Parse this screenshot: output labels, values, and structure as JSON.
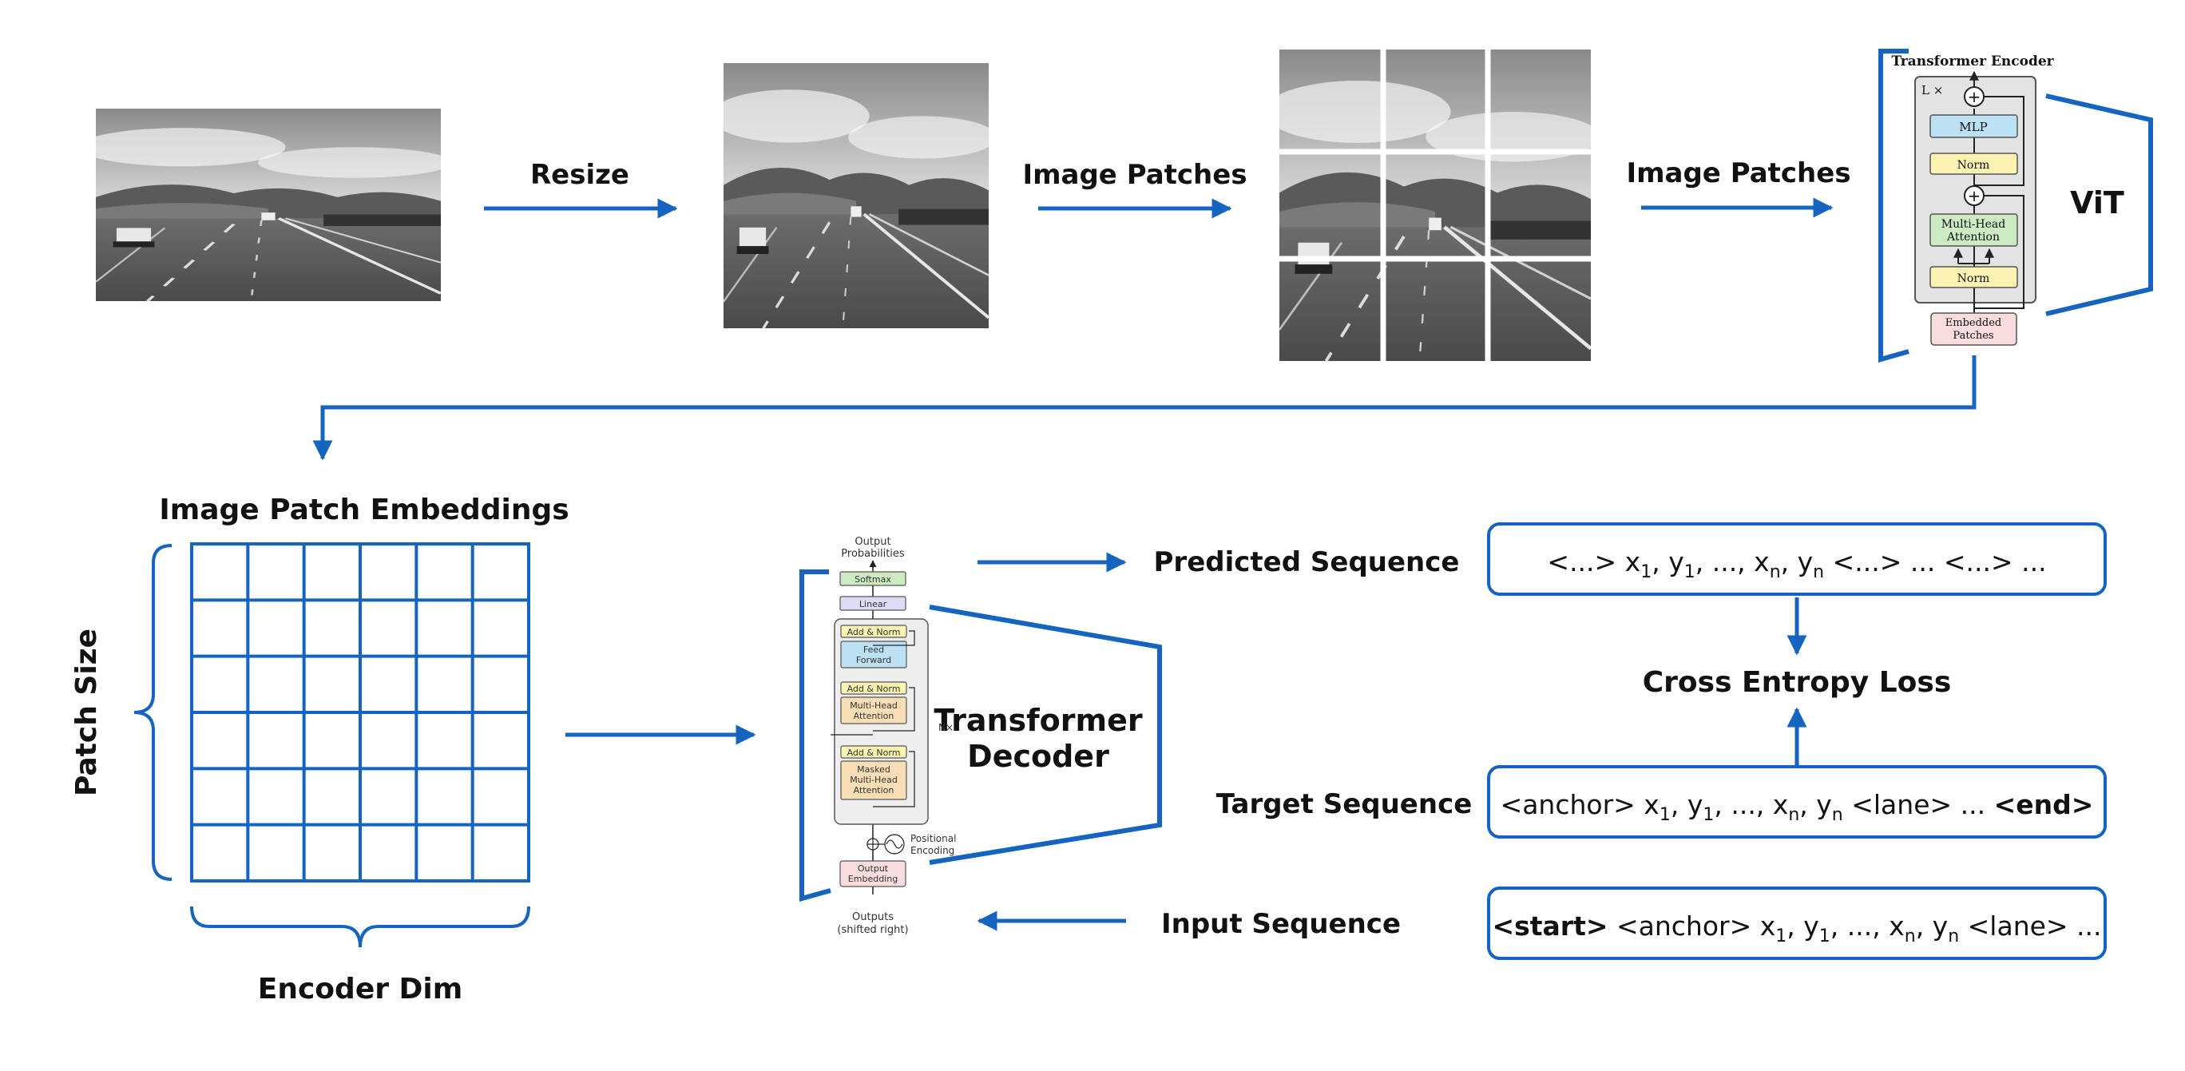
{
  "colors": {
    "accent": "#1565C0",
    "mlp_fill": "#BCE0F4",
    "norm_fill": "#FCF3B3",
    "attention_fill": "#CDEBC2",
    "embed_fill": "#F9DCDD",
    "decoder_attention_fill": "#F9DDB5",
    "decoder_softmax_fill": "#CDEBC2",
    "decoder_linear_fill": "#DCDDF4"
  },
  "top_row": {
    "arrow_labels": [
      "Resize",
      "Image Patches",
      "Image Patches"
    ],
    "vit_label": "ViT"
  },
  "encoder_block": {
    "title": "Transformer Encoder",
    "repeat": "L ×",
    "mlp": "MLP",
    "norm_top": "Norm",
    "attention_line1": "Multi-Head",
    "attention_line2": "Attention",
    "norm_bottom": "Norm",
    "embedded_line1": "Embedded",
    "embedded_line2": "Patches",
    "plus": "+"
  },
  "embeddings": {
    "title": "Image Patch Embeddings",
    "left_label": "Patch Size",
    "bottom_label": "Encoder Dim",
    "rows": 6,
    "cols": 6
  },
  "decoder_block": {
    "output_probs_line1": "Output",
    "output_probs_line2": "Probabilities",
    "softmax": "Softmax",
    "linear": "Linear",
    "add_norm": "Add & Norm",
    "feed_forward_line1": "Feed",
    "feed_forward_line2": "Forward",
    "mha_line1": "Multi-Head",
    "mha_line2": "Attention",
    "masked_line1": "Masked",
    "masked_line2": "Multi-Head",
    "masked_line3": "Attention",
    "repeat": "N×",
    "positional_line1": "Positional",
    "positional_line2": "Encoding",
    "output_embedding_line1": "Output",
    "output_embedding_line2": "Embedding",
    "outputs_line1": "Outputs",
    "outputs_line2": "(shifted right)",
    "label_line1": "Transformer",
    "label_line2": "Decoder"
  },
  "sequences": {
    "predicted_label": "Predicted Sequence",
    "target_label": "Target Sequence",
    "input_label": "Input Sequence",
    "loss_label": "Cross Entropy Loss",
    "predicted_prefix": "<...> x",
    "target_prefix": "<anchor> x",
    "input_start": "<start>",
    "input_prefix": " <anchor> x",
    "sub_1": "1",
    "sub_n": "n",
    "comma_y": ", y",
    "comma_dots_x": ", ..., x",
    "predicted_suffix": " <...> ... <...> ...",
    "target_suffix": " <lane> ... ",
    "target_end": "<end>",
    "input_suffix": " <lane> ..."
  }
}
